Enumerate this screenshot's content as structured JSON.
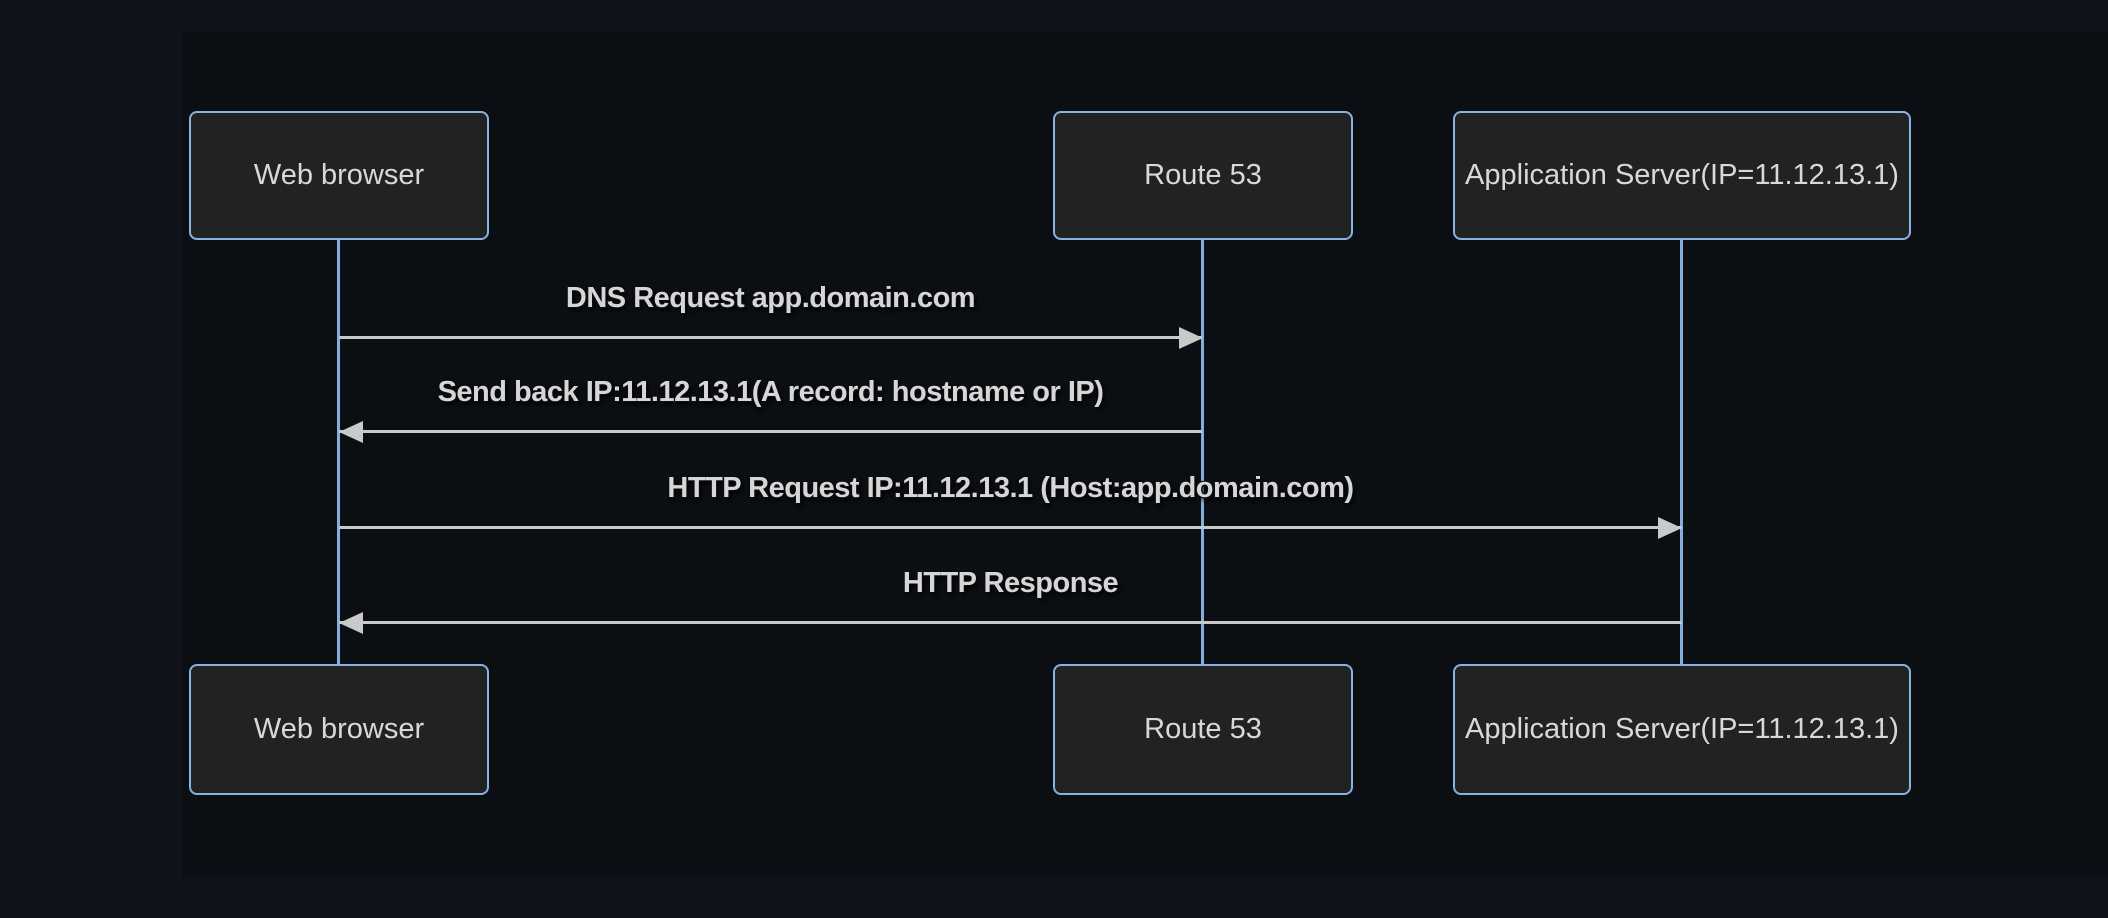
{
  "diagram": {
    "type": "sequence-diagram",
    "actors": [
      {
        "id": "web-browser",
        "label": "Web browser"
      },
      {
        "id": "route53",
        "label": "Route 53"
      },
      {
        "id": "app-server",
        "label": "Application Server(IP=11.12.13.1)"
      }
    ],
    "messages": [
      {
        "from": "web-browser",
        "to": "route53",
        "direction": "right",
        "label": "DNS Request app.domain.com"
      },
      {
        "from": "route53",
        "to": "web-browser",
        "direction": "left",
        "label": "Send back IP:11.12.13.1(A record: hostname or IP)"
      },
      {
        "from": "web-browser",
        "to": "app-server",
        "direction": "right",
        "label": "HTTP Request IP:11.12.13.1 (Host:app.domain.com)"
      },
      {
        "from": "app-server",
        "to": "web-browser",
        "direction": "left",
        "label": "HTTP Response"
      }
    ],
    "colors": {
      "page_background": "#10131a",
      "diagram_background": "#0b0e13",
      "actor_fill": "#212323",
      "actor_border": "#87b3de",
      "actor_text": "#d8d8d8",
      "lifeline": "#86aedb",
      "signal_line": "#c9c9c9",
      "message_text": "#d6d6d6"
    }
  }
}
